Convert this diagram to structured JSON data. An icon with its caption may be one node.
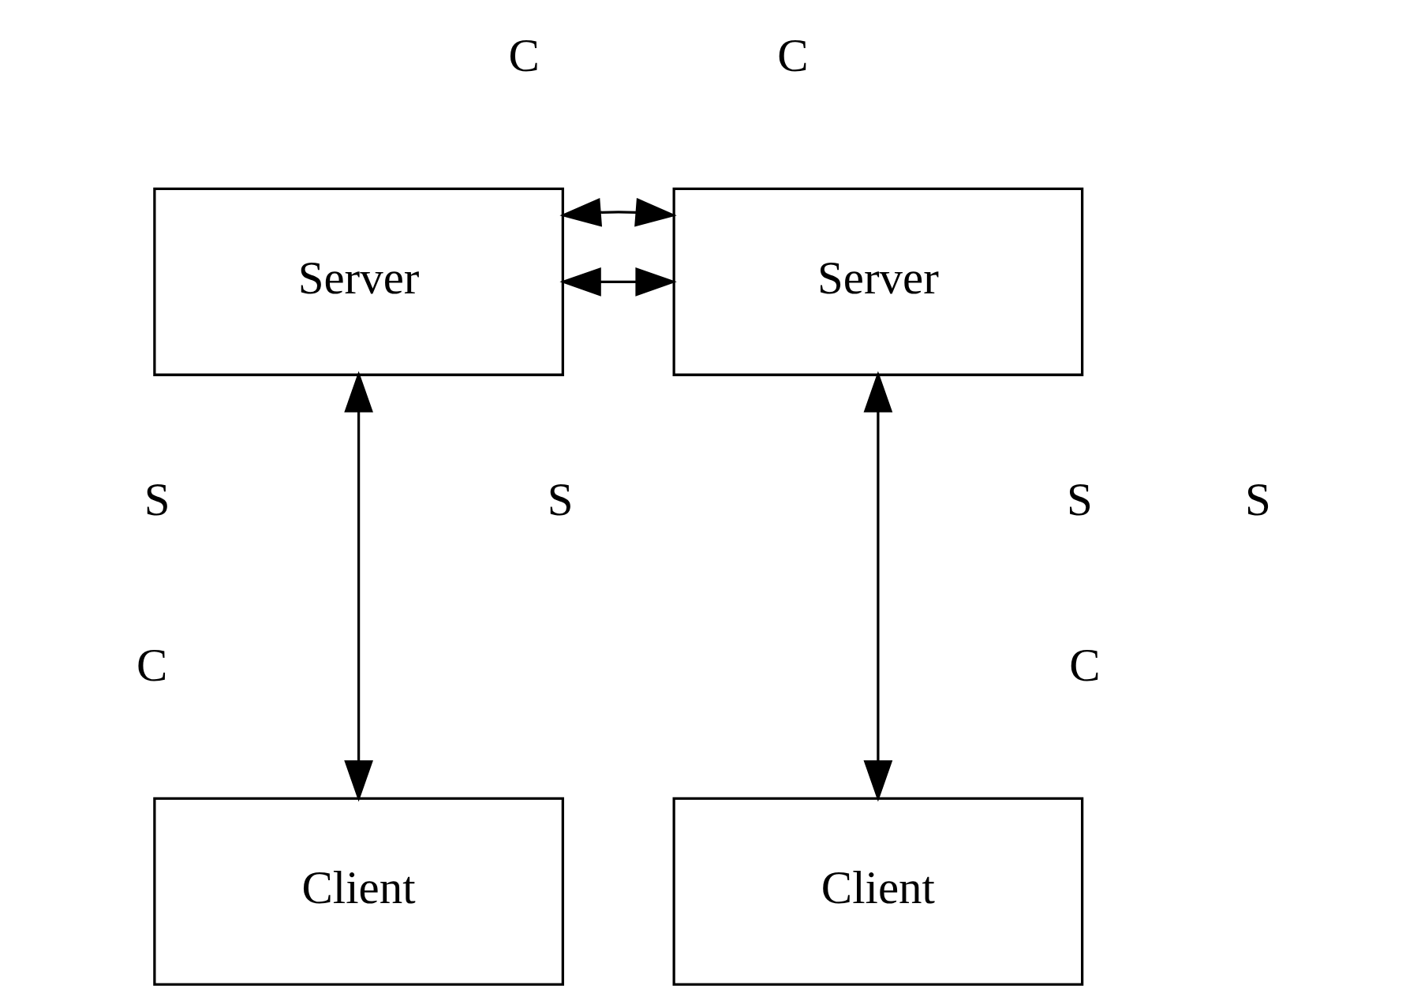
{
  "diagram": {
    "nodes": [
      {
        "text": [
          "Server"
        ]
      },
      {
        "text": [
          "Server"
        ]
      },
      {
        "text": [
          "Client"
        ]
      },
      {
        "text": [
          "Client"
        ]
      }
    ],
    "edges": [
      {
        "from": 0,
        "to": 2,
        "arrow": "both"
      },
      {
        "from": 1,
        "to": 3,
        "arrow": "both"
      },
      {
        "from": 0,
        "to": 1,
        "arrow": "both"
      },
      {
        "from": 1,
        "to": 0,
        "arrow": "both"
      }
    ],
    "labels": [
      "C",
      "C",
      "S",
      "S",
      "S",
      "S",
      "C",
      "C"
    ]
  }
}
